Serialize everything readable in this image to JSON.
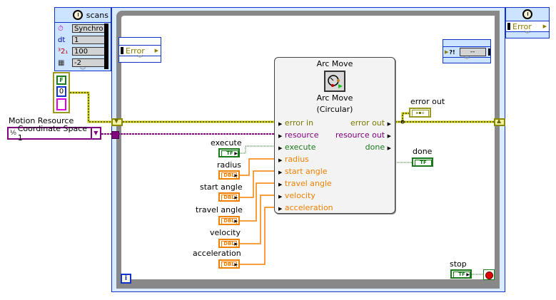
{
  "timed_loop": {
    "input_node": {
      "label": "scans",
      "icon": "clock-icon",
      "rows": [
        {
          "icon": "timing-source-icon",
          "label": "",
          "value": "Synchro"
        },
        {
          "icon": "",
          "label": "dt",
          "value": "1"
        },
        {
          "icon": "priority-icon",
          "label": "",
          "value": "100"
        },
        {
          "icon": "processor-icon",
          "label": "",
          "value": "-2"
        }
      ]
    },
    "left_data_node": {
      "value": "Error"
    },
    "right_data_node": {
      "value": "--"
    },
    "output_node": {
      "icon": "clock-icon",
      "value": "Error"
    },
    "iteration_terminal": "i"
  },
  "cluster_constant": {
    "boolean": "F",
    "numeric": "0"
  },
  "motion_resource": {
    "label": "Motion Resource",
    "value": "Coordinate Space 1",
    "icon": "resource-icon"
  },
  "arc_move": {
    "title": "Arc Move",
    "subtitle_line1": "Arc Move",
    "subtitle_line2": "(Circular)",
    "inputs": [
      {
        "label": "error in",
        "color": "#7a7a00"
      },
      {
        "label": "resource",
        "color": "#800080"
      },
      {
        "label": "execute",
        "color": "#1a7a1a"
      },
      {
        "label": "radius",
        "color": "#f08000"
      },
      {
        "label": "start angle",
        "color": "#f08000"
      },
      {
        "label": "travel angle",
        "color": "#f08000"
      },
      {
        "label": "velocity",
        "color": "#f08000"
      },
      {
        "label": "acceleration",
        "color": "#f08000"
      }
    ],
    "outputs": [
      {
        "label": "error out",
        "color": "#7a7a00"
      },
      {
        "label": "resource out",
        "color": "#800080"
      },
      {
        "label": "done",
        "color": "#1a7a1a"
      }
    ]
  },
  "controls": [
    {
      "label": "execute",
      "type": "TF"
    },
    {
      "label": "radius",
      "type": "DBL"
    },
    {
      "label": "start angle",
      "type": "DBL"
    },
    {
      "label": "travel angle",
      "type": "DBL"
    },
    {
      "label": "velocity",
      "type": "DBL"
    },
    {
      "label": "acceleration",
      "type": "DBL"
    }
  ],
  "indicators": [
    {
      "label": "error out",
      "type": "cluster"
    },
    {
      "label": "done",
      "type": "TF"
    }
  ],
  "stop": {
    "label": "stop",
    "type": "TF"
  },
  "colors": {
    "error_wire": "#c8c800",
    "resource_wire": "#800080",
    "bool_wire": "#1a7a1a",
    "dbl_wire": "#f08000",
    "loop_border": "#1133cc"
  }
}
